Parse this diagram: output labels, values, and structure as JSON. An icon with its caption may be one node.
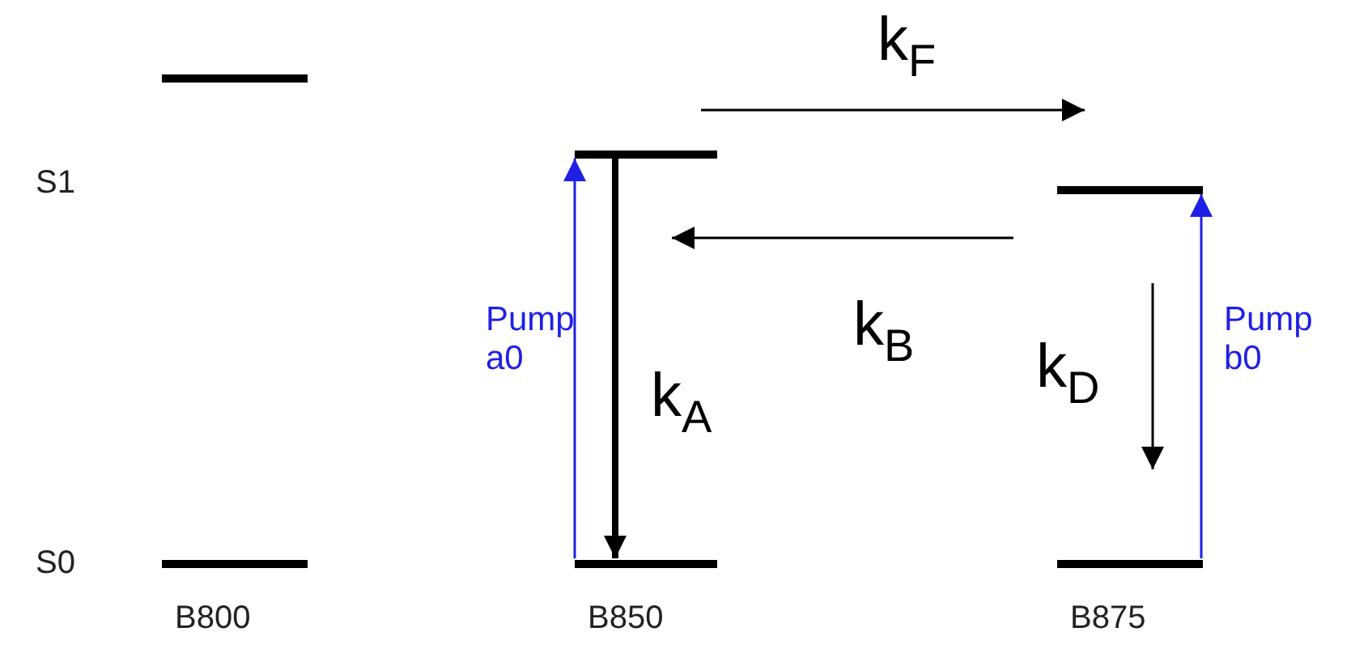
{
  "diagram": {
    "nodes": [
      {
        "text": [],
        "shape": "bar"
      },
      {
        "text": [],
        "shape": "bar"
      },
      {
        "text": [],
        "shape": "bar"
      },
      {
        "text": [],
        "shape": "bar",
        "beside": [
          "B800"
        ]
      },
      {
        "text": [],
        "shape": "bar",
        "beside": [
          "B850"
        ]
      },
      {
        "text": [],
        "shape": "bar",
        "beside": [
          "B875"
        ]
      }
    ],
    "edges": [
      {
        "from": 1,
        "to": 2,
        "arrow": "to",
        "label": "k$_{F}$"
      },
      {
        "from": 2,
        "to": 1,
        "arrow": "to",
        "label": "k$_{B}$"
      },
      {
        "from": 4,
        "to": 1,
        "arrow": "to",
        "label": "Pump a0",
        "color": "#1f1fe6"
      },
      {
        "from": 1,
        "to": 4,
        "arrow": "to",
        "label": "k$_{A}$",
        "style": "thick"
      },
      {
        "from": 2,
        "to": 5,
        "arrow": "to",
        "label": "k$_{D}$"
      },
      {
        "from": 5,
        "to": 2,
        "arrow": "to",
        "label": "Pump b0",
        "color": "#1f1fe6"
      }
    ],
    "labels": [
      "S1",
      "S0"
    ]
  }
}
